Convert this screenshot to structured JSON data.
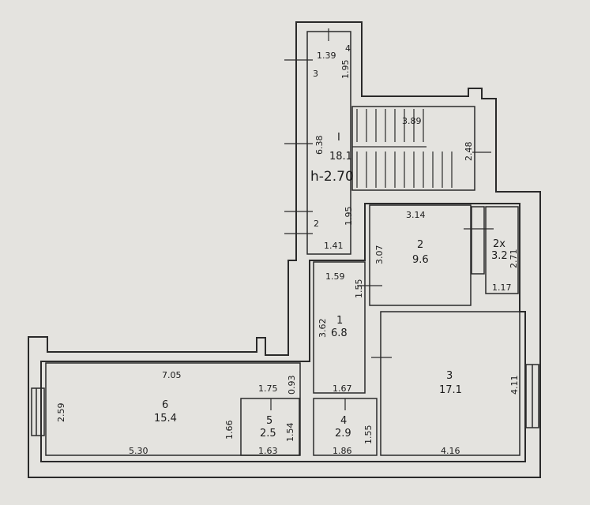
{
  "floor_height": "h-2.70",
  "rooms": [
    {
      "id": "room-I",
      "number": "I",
      "area": "18.1"
    },
    {
      "id": "room-1",
      "number": "1",
      "area": "6.8"
    },
    {
      "id": "room-2",
      "number": "2",
      "area": "9.6"
    },
    {
      "id": "room-2x",
      "number": "2x",
      "area": "3.2"
    },
    {
      "id": "room-3",
      "number": "3",
      "area": "17.1"
    },
    {
      "id": "room-4",
      "number": "4",
      "area": "2.9"
    },
    {
      "id": "room-5",
      "number": "5",
      "area": "2.5"
    },
    {
      "id": "room-6",
      "number": "6",
      "area": "15.4"
    }
  ],
  "dimensions": [
    "1.39",
    "1.95",
    "6.38",
    "1.95",
    "1.41",
    "3.89",
    "2.48",
    "3.14",
    "3.07",
    "2.71",
    "1.17",
    "1.59",
    "1.55",
    "3.62",
    "7.05",
    "0.93",
    "1.75",
    "1.67",
    "2.59",
    "1.66",
    "1.54",
    "1.63",
    "1.55",
    "1.86",
    "5.30",
    "4.11",
    "4.16"
  ],
  "marks": [
    "4",
    "3",
    "2"
  ]
}
